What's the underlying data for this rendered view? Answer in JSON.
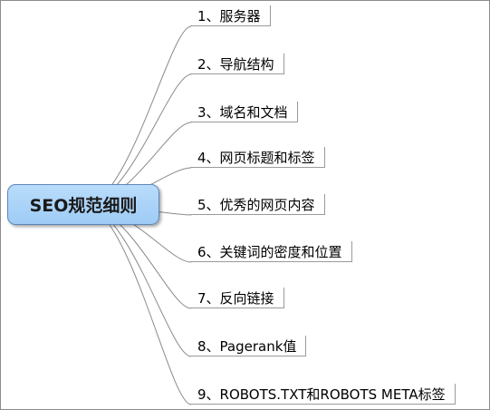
{
  "central_topic": "SEO规范细则",
  "topics": [
    "1、服务器",
    "2、导航结构",
    "3、域名和文档",
    "4、网页标题和标签",
    "5、优秀的网页内容",
    "6、关键词的密度和位置",
    "7、反向链接",
    "8、Pagerank值",
    "9、ROBOTS.TXT和ROBOTS META标签"
  ],
  "colors": {
    "central_fill": "#a8d2f8",
    "central_border": "#5d87b6",
    "connector": "#8a8a8a"
  }
}
